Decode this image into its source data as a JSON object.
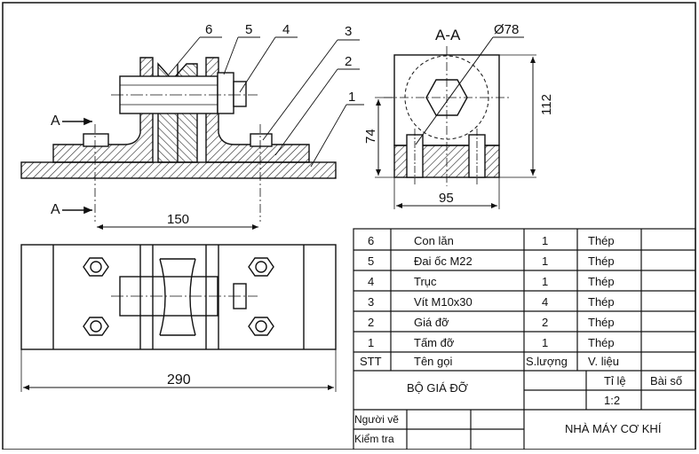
{
  "section_label": "A-A",
  "diameter_label": "Ø78",
  "cut_label_top": "A",
  "cut_label_bottom": "A",
  "callouts": [
    "6",
    "5",
    "4",
    "3",
    "2",
    "1"
  ],
  "dimensions": {
    "d150": "150",
    "d290": "290",
    "d74": "74",
    "d112": "112",
    "d95": "95"
  },
  "parts": [
    {
      "no": "6",
      "name": "Con lăn",
      "qty": "1",
      "material": "Thép"
    },
    {
      "no": "5",
      "name": "Đai ốc M22",
      "qty": "1",
      "material": "Thép"
    },
    {
      "no": "4",
      "name": "Trục",
      "qty": "1",
      "material": "Thép"
    },
    {
      "no": "3",
      "name": "Vít M10x30",
      "qty": "4",
      "material": "Thép"
    },
    {
      "no": "2",
      "name": "Giá đỡ",
      "qty": "2",
      "material": "Thép"
    },
    {
      "no": "1",
      "name": "Tấm đỡ",
      "qty": "1",
      "material": "Thép"
    }
  ],
  "table_headers": {
    "no": "STT",
    "name": "Tên gọi",
    "qty": "S.lượng",
    "material": "V. liệu"
  },
  "title_block": {
    "assembly_name": "BỘ GIÁ ĐỠ",
    "scale_label": "Tỉ lệ",
    "scale_value": "1:2",
    "sheet_label": "Bài số",
    "drawn_by_label": "Người vẽ",
    "checked_by_label": "Kiểm tra",
    "company": "NHÀ MÁY CƠ KHÍ"
  }
}
